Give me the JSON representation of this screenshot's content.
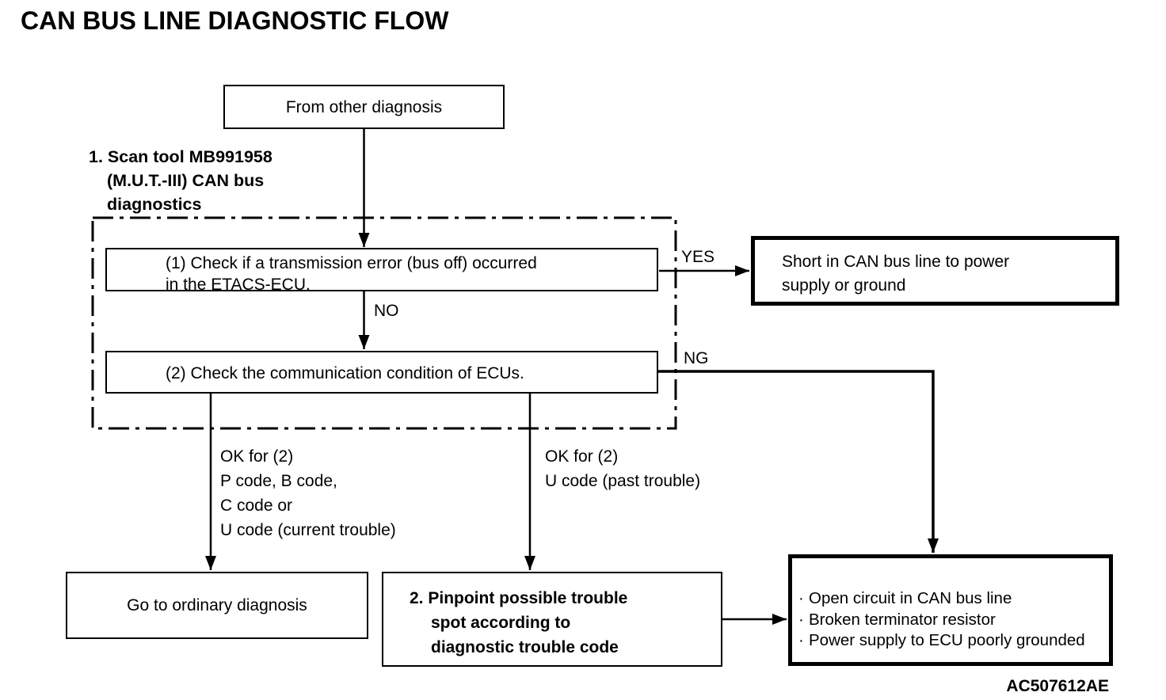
{
  "page": {
    "title": "CAN BUS LINE DIAGNOSTIC FLOW",
    "figure_code": "AC507612AE"
  },
  "flowchart": {
    "start_box": "From other diagnosis",
    "step1_label": {
      "lines": [
        "1. Scan tool MB991958",
        "(M.U.T.-III) CAN bus",
        "diagnostics"
      ]
    },
    "check1_box": {
      "lines": [
        "(1) Check if a transmission error (bus off) occurred",
        "in the ETACS-ECU."
      ]
    },
    "check2_box": "(2) Check the communication condition of ECUs.",
    "short_circuit_box": {
      "lines": [
        "Short in CAN bus line to power",
        "supply or ground"
      ]
    },
    "go_ordinary_box": "Go to ordinary diagnosis",
    "pinpoint_box": {
      "lines": [
        "2. Pinpoint possible trouble",
        "spot according to",
        "diagnostic trouble code"
      ]
    },
    "causes_box": {
      "bullet": "·",
      "items": [
        "Open circuit in CAN bus line",
        "Broken terminator resistor",
        "Power supply to ECU poorly grounded"
      ]
    },
    "edge_labels": {
      "yes": "YES",
      "no": "NO",
      "ng": "NG",
      "ok_current": {
        "lines": [
          "OK for (2)",
          "P code, B code,",
          "C code or",
          "U code (current trouble)"
        ]
      },
      "ok_past": {
        "lines": [
          "OK for (2)",
          "U code (past trouble)"
        ]
      }
    }
  },
  "colors": {
    "ink": "#000000",
    "paper": "#ffffff"
  }
}
